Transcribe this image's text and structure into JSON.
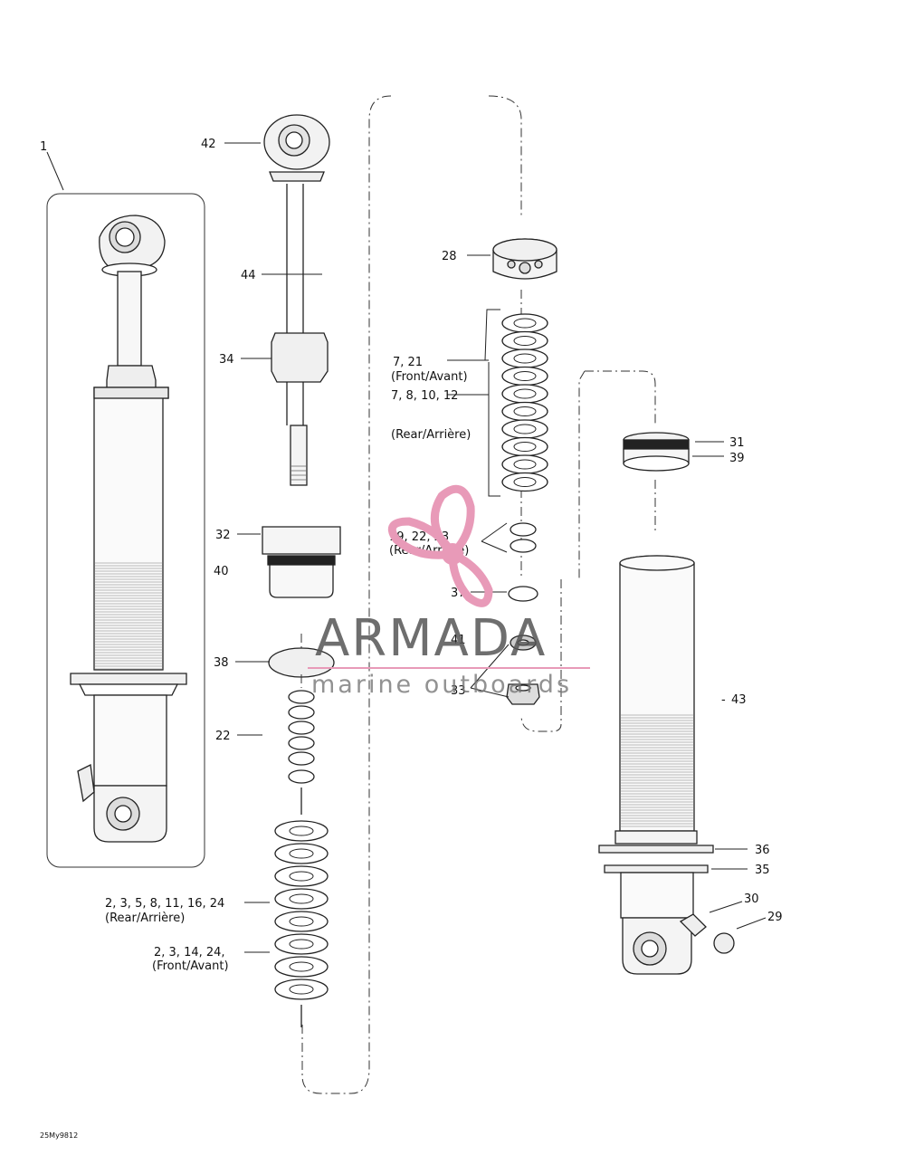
{
  "labels": {
    "l1": "1",
    "l42": "42",
    "l44": "44",
    "l34": "34",
    "l32": "32",
    "l40": "40",
    "l38": "38",
    "l22": "22",
    "l2a": "2, 3, 5, 8, 11, 16, 24",
    "l2a_sub": "(Rear/Arrière)",
    "l2b": "2, 3, 14, 24,",
    "l2b_sub": "(Front/Avant)",
    "l28": "28",
    "l7a": "7, 21",
    "l7a_sub": "(Front/Avant)",
    "l7b": "7, 8, 10, 12",
    "l7b_sub": "(Rear/Arrière)",
    "l19": "19, 22, 23",
    "l19_sub": "(Rear/Arrière)",
    "l37": "37",
    "l41": "41",
    "l33": "33",
    "l31": "31",
    "l39": "39",
    "l43": "43",
    "l36": "36",
    "l35": "35",
    "l30": "30",
    "l29": "29"
  },
  "watermark": {
    "brand": "ARMADA",
    "tagline": "marine outboards",
    "logo_color": "#e89ab8",
    "text_color": "#555555"
  },
  "diagram_code": "25My9812"
}
